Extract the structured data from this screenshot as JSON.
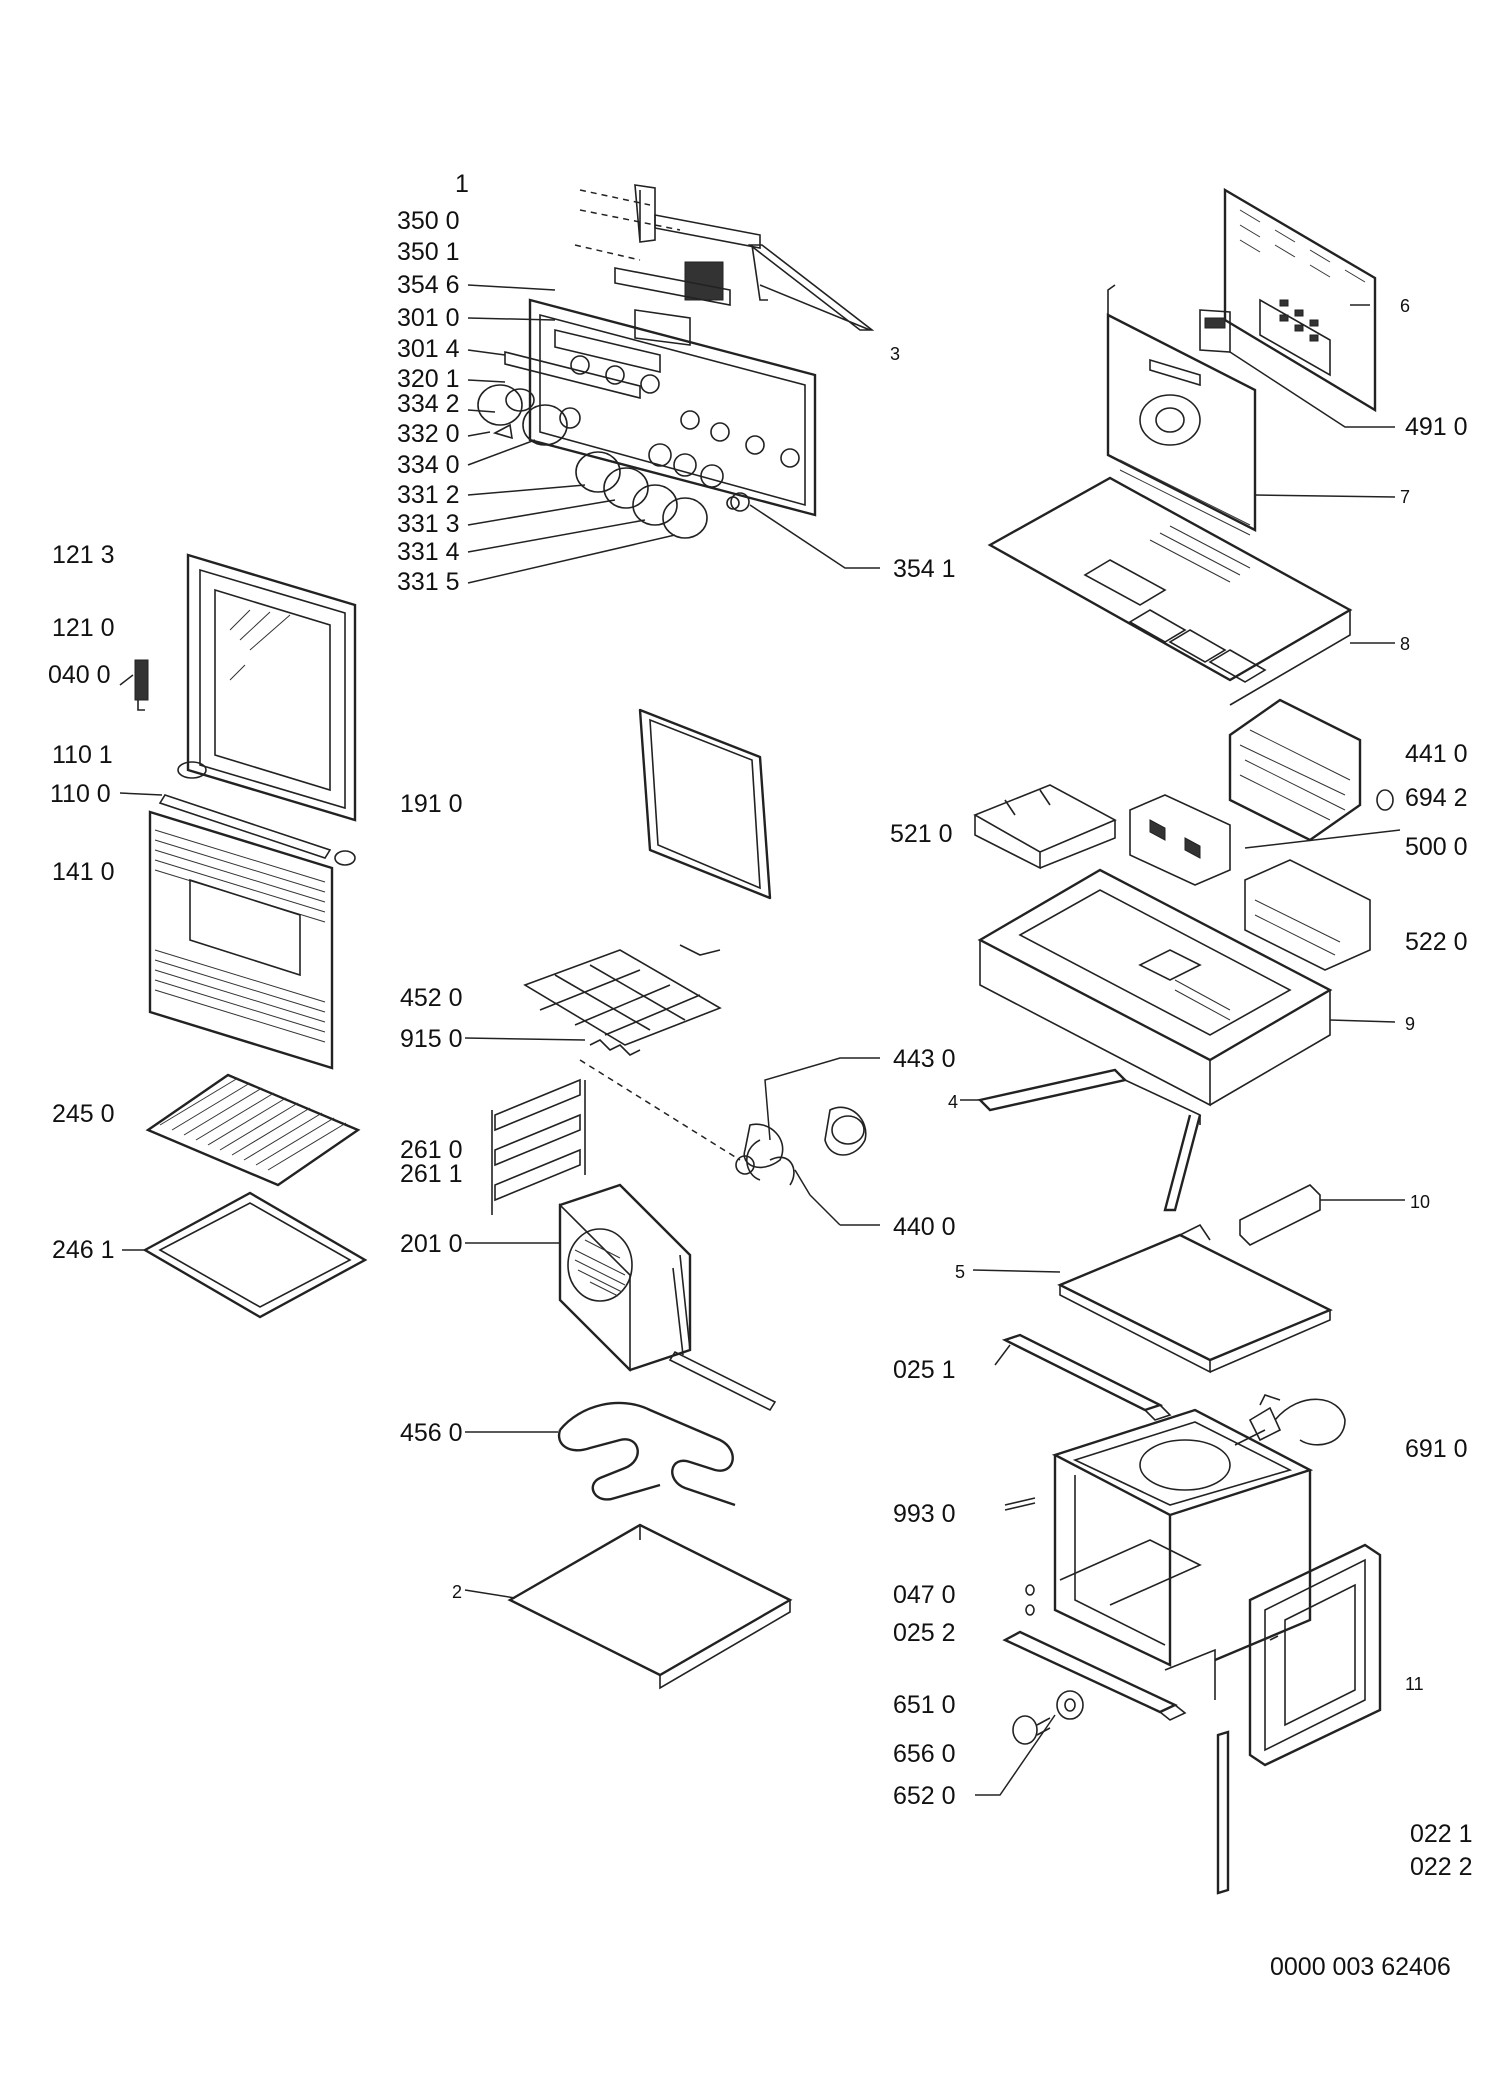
{
  "labels": {
    "l_1": "1",
    "l_3500": "350 0",
    "l_3501": "350 1",
    "l_3546": "354 6",
    "l_3010": "301 0",
    "l_3014": "301 4",
    "l_3201": "320 1",
    "l_3342": "334 2",
    "l_3320": "332 0",
    "l_3340": "334 0",
    "l_3312": "331 2",
    "l_3313": "331 3",
    "l_3314": "331 4",
    "l_3315": "331 5",
    "l_3": "3",
    "l_3541": "354 1",
    "l_6": "6",
    "l_4910": "491 0",
    "l_7": "7",
    "l_8": "8",
    "l_1213": "121 3",
    "l_1210": "121 0",
    "l_0400": "040 0",
    "l_1101": "110 1",
    "l_1100": "110 0",
    "l_1410": "141 0",
    "l_1910": "191 0",
    "l_4410": "441 0",
    "l_6942": "694 2",
    "l_5210": "521 0",
    "l_5000": "500 0",
    "l_5220": "522 0",
    "l_4520": "452 0",
    "l_9150": "915 0",
    "l_9": "9",
    "l_4430": "443 0",
    "l_4": "4",
    "l_2450": "245 0",
    "l_2610": "261 0",
    "l_2611": "261 1",
    "l_2461": "246 1",
    "l_2010": "201 0",
    "l_4400": "440 0",
    "l_10": "10",
    "l_5": "5",
    "l_0251": "025 1",
    "l_4560": "456 0",
    "l_6910": "691 0",
    "l_9930": "993 0",
    "l_2": "2",
    "l_0470": "047 0",
    "l_0252": "025 2",
    "l_11": "11",
    "l_6510": "651 0",
    "l_6560": "656 0",
    "l_6520": "652 0",
    "l_0221": "022 1",
    "l_0222": "022 2"
  },
  "reference": "0000 003 62406"
}
